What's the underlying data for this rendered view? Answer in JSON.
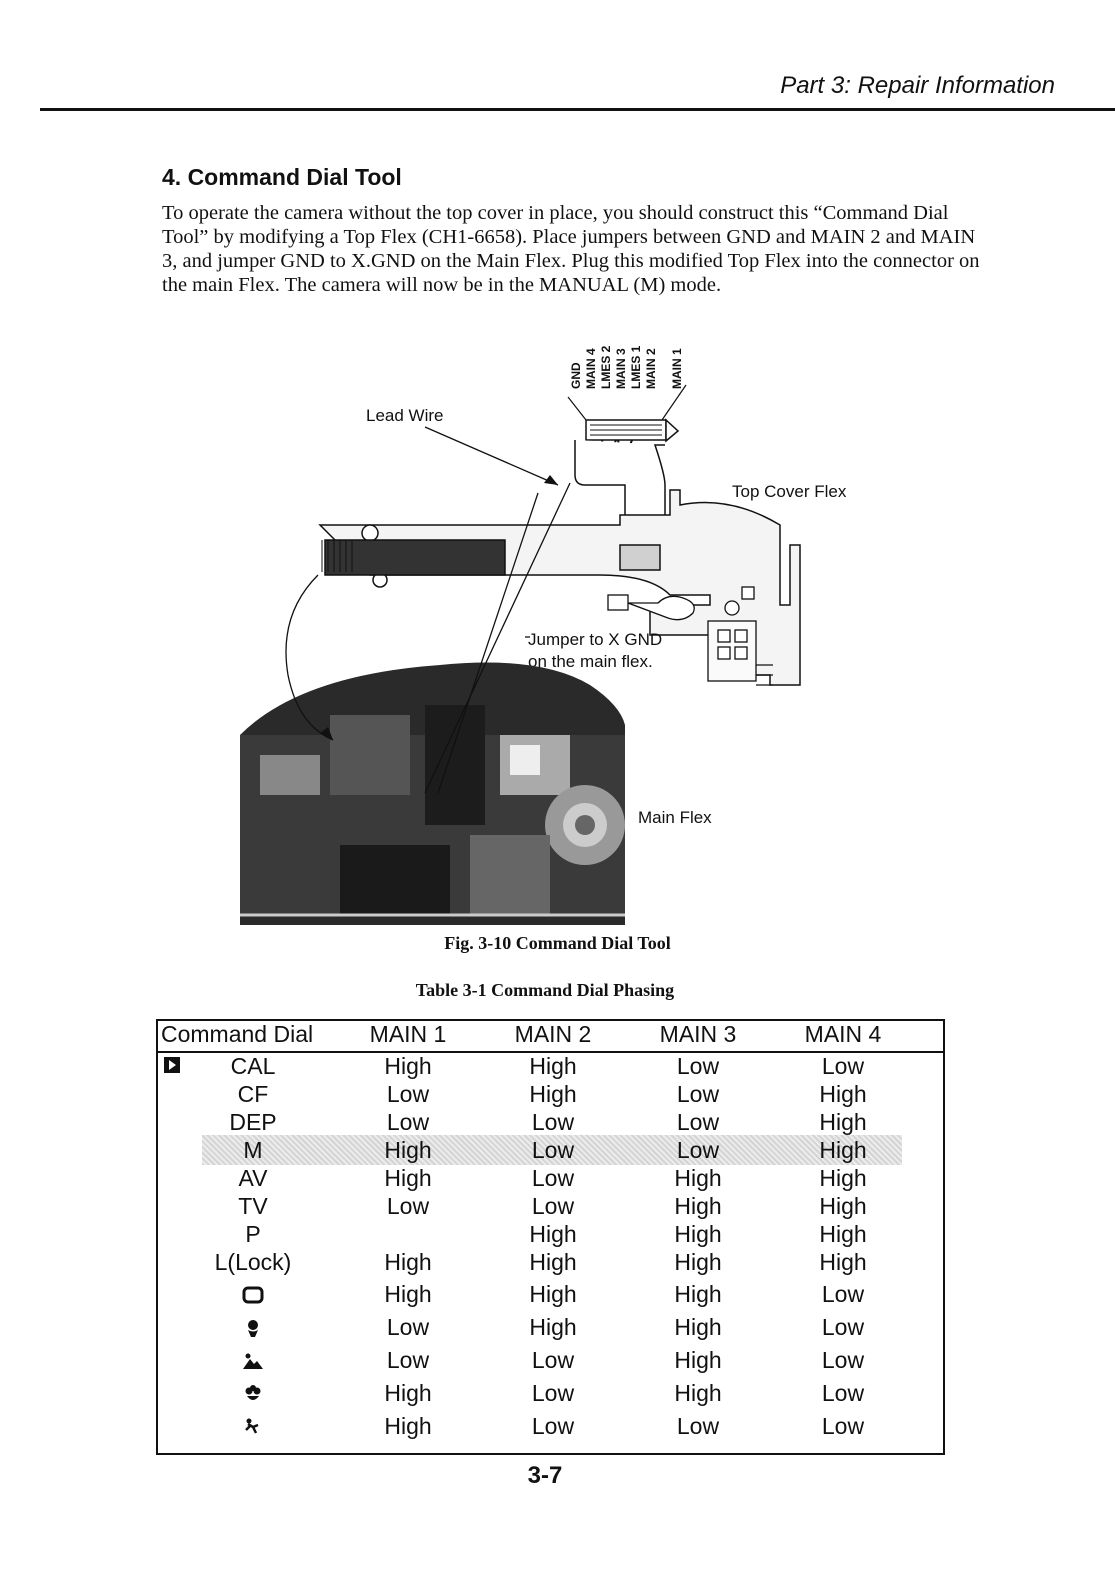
{
  "header": {
    "title": "Part 3: Repair Information"
  },
  "section": {
    "title": "4. Command Dial Tool",
    "intro": "To operate the camera without the top cover in place, you should construct this “Command Dial Tool” by modifying a Top Flex (CH1-6658). Place jumpers between GND and MAIN 2 and MAIN 3, and jumper GND to X.GND on the Main Flex. Plug this modified Top Flex into the connector on the main Flex. The camera will now be in the MANUAL (M) mode."
  },
  "figure": {
    "pins": [
      "GND",
      "MAIN 4",
      "LMES 2",
      "MAIN 3",
      "LMES 1",
      "MAIN 2",
      "MAIN 1"
    ],
    "labels": {
      "lead_wire": "Lead Wire",
      "top_cover_flex": "Top Cover Flex",
      "jumper_line1": "Jumper to X GND",
      "jumper_line2": "on the main flex.",
      "main_flex": "Main Flex"
    },
    "caption": "Fig. 3-10 Command Dial Tool"
  },
  "table": {
    "caption": "Table 3-1 Command Dial Phasing",
    "headers": [
      "Command Dial",
      "MAIN 1",
      "MAIN 2",
      "MAIN 3",
      "MAIN 4"
    ],
    "rows": [
      {
        "mode": "CAL",
        "icon": "",
        "values": [
          "High",
          "High",
          "Low",
          "Low"
        ]
      },
      {
        "mode": "CF",
        "icon": "",
        "values": [
          "Low",
          "High",
          "Low",
          "High"
        ]
      },
      {
        "mode": "DEP",
        "icon": "",
        "values": [
          "Low",
          "Low",
          "Low",
          "High"
        ]
      },
      {
        "mode": "M",
        "icon": "",
        "values": [
          "High",
          "Low",
          "Low",
          "High"
        ]
      },
      {
        "mode": "AV",
        "icon": "",
        "values": [
          "High",
          "Low",
          "High",
          "High"
        ]
      },
      {
        "mode": "TV",
        "icon": "",
        "values": [
          "Low",
          "Low",
          "High",
          "High"
        ]
      },
      {
        "mode": "P",
        "icon": "",
        "values": [
          "",
          "High",
          "High",
          "High"
        ]
      },
      {
        "mode": "L(Lock)",
        "icon": "",
        "values": [
          "High",
          "High",
          "High",
          "High"
        ]
      },
      {
        "mode": "",
        "icon": "full-auto-square-icon",
        "values": [
          "High",
          "High",
          "High",
          "Low"
        ]
      },
      {
        "mode": "",
        "icon": "portrait-icon",
        "values": [
          "Low",
          "High",
          "High",
          "Low"
        ]
      },
      {
        "mode": "",
        "icon": "landscape-icon",
        "values": [
          "Low",
          "Low",
          "High",
          "Low"
        ]
      },
      {
        "mode": "",
        "icon": "close-up-flower-icon",
        "values": [
          "High",
          "Low",
          "High",
          "Low"
        ]
      },
      {
        "mode": "",
        "icon": "sports-runner-icon",
        "values": [
          "High",
          "Low",
          "Low",
          "Low"
        ]
      }
    ],
    "highlight_row": "M"
  },
  "page_number": "3-7"
}
